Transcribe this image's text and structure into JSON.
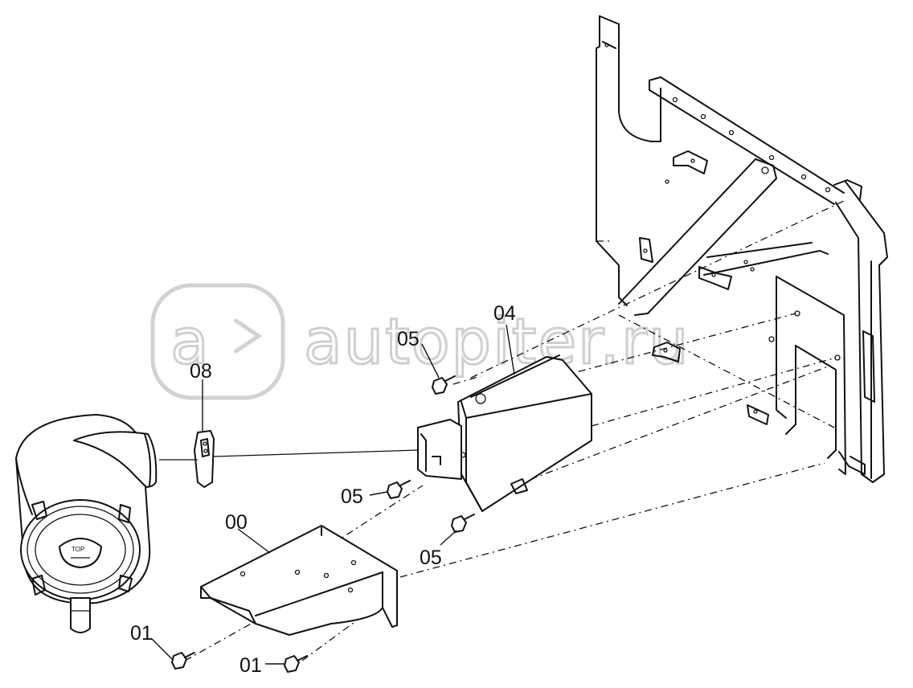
{
  "watermark": {
    "text": "autopiter.ru"
  },
  "callouts": [
    {
      "id": "label-04",
      "text": "04"
    },
    {
      "id": "label-05-top",
      "text": "05"
    },
    {
      "id": "label-08",
      "text": "08"
    },
    {
      "id": "label-05-mid",
      "text": "05"
    },
    {
      "id": "label-00",
      "text": "00"
    },
    {
      "id": "label-05-low",
      "text": "05"
    },
    {
      "id": "label-01-left",
      "text": "01"
    },
    {
      "id": "label-01-right",
      "text": "01"
    }
  ],
  "air_filter_cap_text": {
    "line1": "TOP"
  }
}
